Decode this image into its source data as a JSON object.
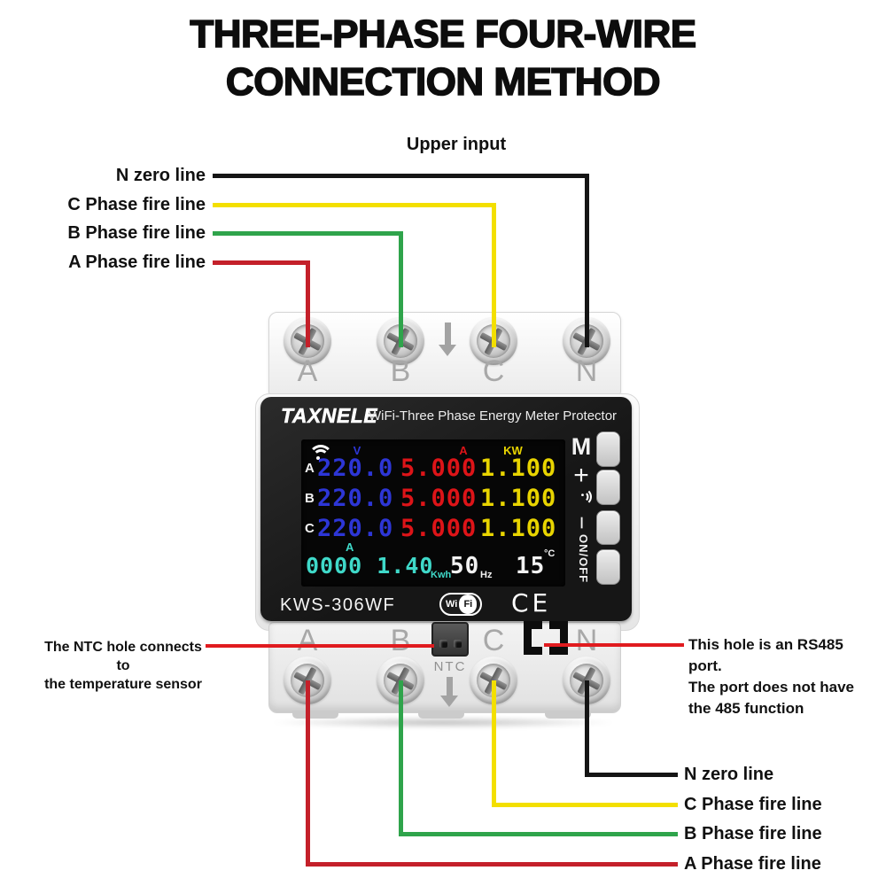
{
  "title": {
    "line1": "THREE-PHASE FOUR-WIRE",
    "line2": "CONNECTION METHOD"
  },
  "wiring": {
    "upper_input": "Upper input",
    "left_labels": {
      "n": "N zero line",
      "c": "C Phase fire line",
      "b": "B Phase fire line",
      "a": "A Phase fire line"
    },
    "right_labels": {
      "n": "N zero line",
      "c": "C Phase fire line",
      "b": "B Phase fire line",
      "a": "A Phase fire line"
    }
  },
  "device": {
    "brand": "TAXNELE",
    "panel_title": "WiFi-Three Phase Energy Meter Protector",
    "model": "KWS-306WF",
    "ce_mark": "CE",
    "wifi_badge": {
      "wi": "Wi",
      "fi": "Fi"
    },
    "terminals": [
      "A",
      "B",
      "C",
      "N"
    ],
    "ntc_label": "NTC",
    "buttons": {
      "m": "M",
      "plus": "+",
      "minus": "−",
      "onoff": "ON/OFF"
    },
    "lcd": {
      "headers": {
        "voltage": "V",
        "current": "A",
        "power": "KW"
      },
      "rows": [
        {
          "label": "A",
          "voltage": "220.0",
          "current": "5.000",
          "power": "1.100"
        },
        {
          "label": "B",
          "voltage": "220.0",
          "current": "5.000",
          "power": "1.100"
        },
        {
          "label": "C",
          "voltage": "220.0",
          "current": "5.000",
          "power": "1.100"
        }
      ],
      "bottom": {
        "phase_indicator": "A",
        "energy": "0000 1.40",
        "energy_unit": "Kwh",
        "frequency": "50",
        "frequency_unit": "Hz",
        "temperature": "15",
        "temperature_unit": "°C"
      }
    }
  },
  "annotations": {
    "ntc": {
      "line1": "The NTC hole connects to",
      "line2": "the temperature sensor"
    },
    "rs485": {
      "line1": "This hole is an RS485 port.",
      "line2": "The port does not have",
      "line3": "the 485 function"
    }
  },
  "colors": {
    "phase_a": "#c4202a",
    "phase_b": "#2fa44b",
    "phase_c": "#f3df00",
    "neutral": "#151515",
    "annotation_red": "#e01b1f",
    "lcd_blue": "#2d36d6",
    "lcd_red": "#dd1418",
    "lcd_yellow": "#e8d400",
    "lcd_cyan": "#3fd9c9",
    "lcd_white": "#f2f2f2"
  }
}
